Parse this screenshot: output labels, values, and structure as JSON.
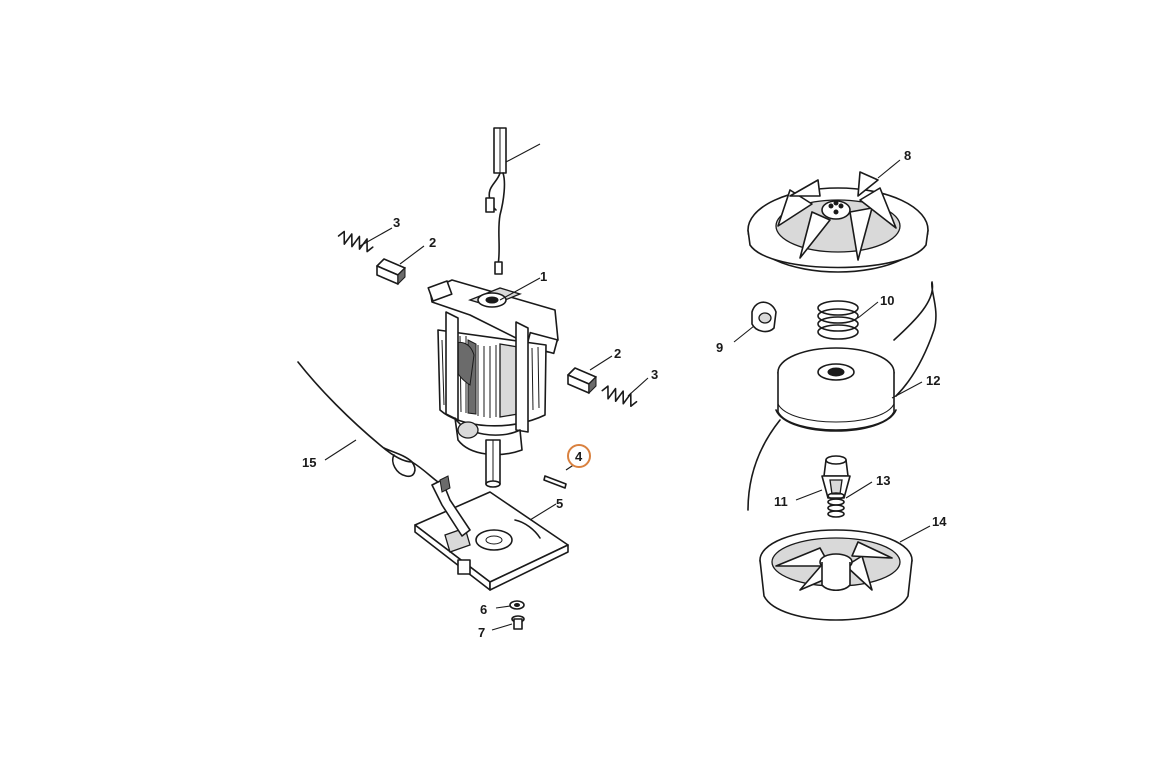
{
  "callouts": [
    {
      "id": "c1",
      "text": "1"
    },
    {
      "id": "c2a",
      "text": "2"
    },
    {
      "id": "c2b",
      "text": "2"
    },
    {
      "id": "c3a",
      "text": "3"
    },
    {
      "id": "c3b",
      "text": "3"
    },
    {
      "id": "c4",
      "text": "4",
      "highlighted": true
    },
    {
      "id": "c5",
      "text": "5"
    },
    {
      "id": "c6",
      "text": "6"
    },
    {
      "id": "c7",
      "text": "7"
    },
    {
      "id": "c8",
      "text": "8"
    },
    {
      "id": "c9",
      "text": "9"
    },
    {
      "id": "c10",
      "text": "10"
    },
    {
      "id": "c11",
      "text": "11"
    },
    {
      "id": "c12",
      "text": "12"
    },
    {
      "id": "c13",
      "text": "13"
    },
    {
      "id": "c14",
      "text": "14"
    },
    {
      "id": "c15",
      "text": "15"
    }
  ],
  "colors": {
    "ink": "#1a1a1a",
    "highlight": "#d9813f",
    "background": "#ffffff"
  }
}
